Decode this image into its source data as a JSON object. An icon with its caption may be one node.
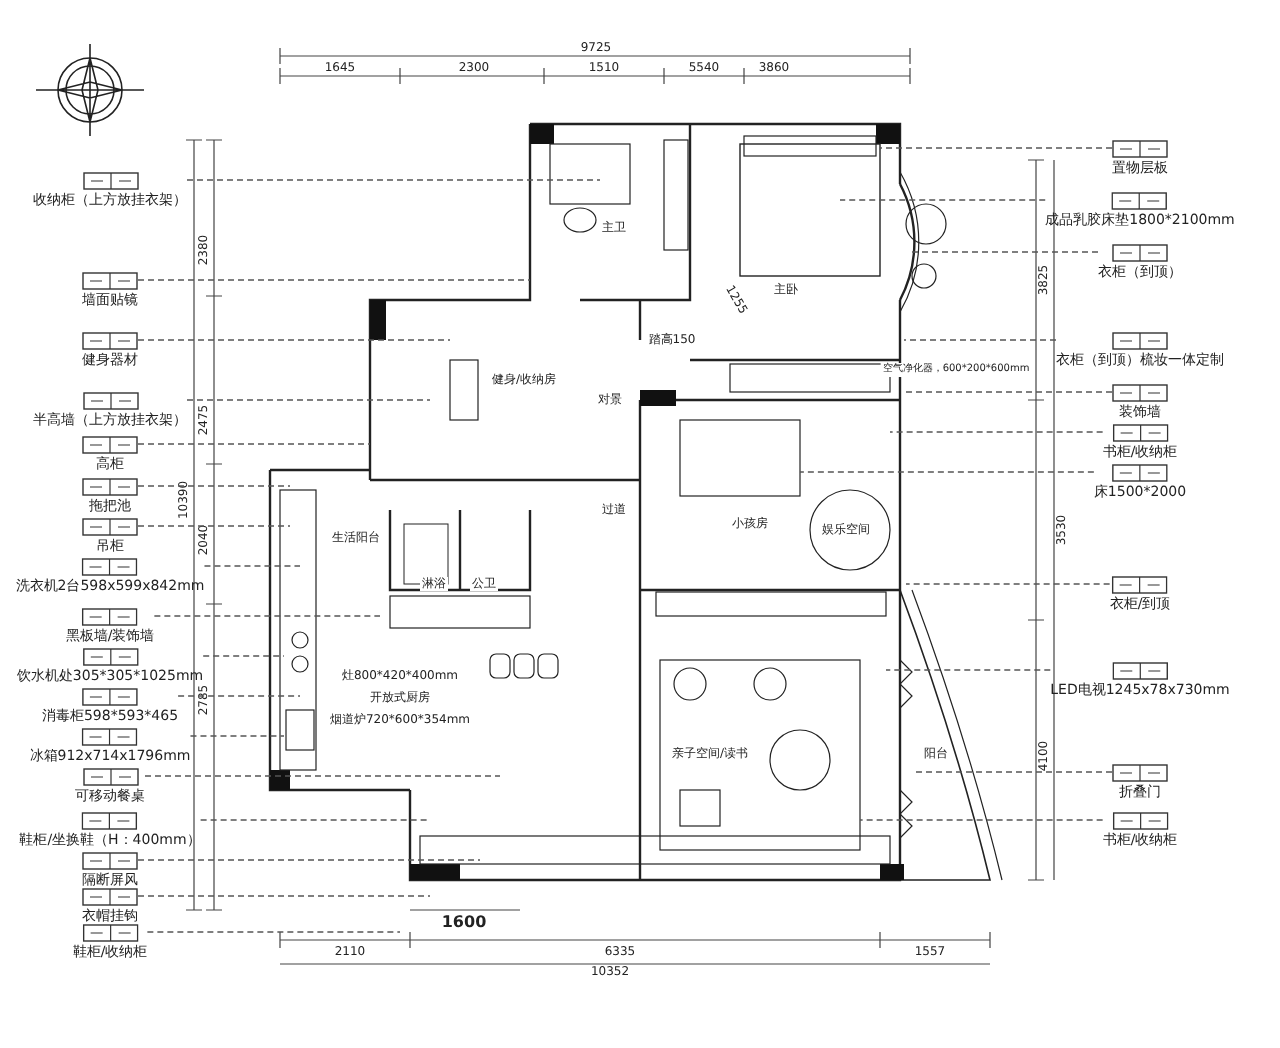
{
  "diagram": {
    "nodes": [
      {
        "text": [
          "收纳柜（上方放挂衣架）"
        ]
      },
      {
        "text": [
          "墙面贴镜"
        ]
      },
      {
        "text": [
          "健身器材"
        ]
      },
      {
        "text": [
          "半高墙（上方放挂衣架）"
        ]
      },
      {
        "text": [
          "高柜"
        ]
      },
      {
        "text": [
          "拖把池"
        ]
      },
      {
        "text": [
          "吊柜"
        ]
      },
      {
        "text": [
          "洗衣机2台598x599x842mm"
        ]
      },
      {
        "text": [
          "黑板墙/装饰墙"
        ]
      },
      {
        "text": [
          "饮水机处305*305*1025mm"
        ]
      },
      {
        "text": [
          "消毒柜598*593*465"
        ]
      },
      {
        "text": [
          "冰箱912x714x1796mm"
        ]
      },
      {
        "text": [
          "可移动餐桌"
        ]
      },
      {
        "text": [
          "鞋柜/坐换鞋（H：400mm）"
        ]
      },
      {
        "text": [
          "隔断屏风"
        ]
      },
      {
        "text": [
          "衣帽挂钩"
        ]
      },
      {
        "text": [
          "鞋柜/收纳柜"
        ]
      },
      {
        "text": [
          "置物层板"
        ]
      },
      {
        "text": [
          "成品乳胶床垫1800*2100mm"
        ]
      },
      {
        "text": [
          "衣柜（到顶）"
        ]
      },
      {
        "text": [
          "衣柜（到顶）梳妆一体定制"
        ]
      },
      {
        "text": [
          "装饰墙"
        ]
      },
      {
        "text": [
          "书柜/收纳柜"
        ]
      },
      {
        "text": [
          "床1500*2000"
        ]
      },
      {
        "text": [
          "衣柜/到顶"
        ]
      },
      {
        "text": [
          "LED电视1245x78x730mm"
        ]
      },
      {
        "text": [
          "折叠门"
        ]
      },
      {
        "text": [
          "书柜/收纳柜"
        ]
      }
    ],
    "edges": [
      {
        "from": 0,
        "to": null,
        "arrow": "none",
        "style": "dashed"
      },
      {
        "from": 1,
        "to": null,
        "arrow": "none",
        "style": "dashed"
      },
      {
        "from": 2,
        "to": null,
        "arrow": "none",
        "style": "dashed"
      },
      {
        "from": 3,
        "to": null,
        "arrow": "none",
        "style": "dashed"
      },
      {
        "from": 4,
        "to": null,
        "arrow": "none",
        "style": "dashed"
      },
      {
        "from": 5,
        "to": null,
        "arrow": "none",
        "style": "dashed"
      },
      {
        "from": 6,
        "to": null,
        "arrow": "none",
        "style": "dashed"
      },
      {
        "from": 7,
        "to": null,
        "arrow": "none",
        "style": "dashed"
      },
      {
        "from": 8,
        "to": null,
        "arrow": "none",
        "style": "dashed"
      },
      {
        "from": 9,
        "to": null,
        "arrow": "none",
        "style": "dashed"
      },
      {
        "from": 10,
        "to": null,
        "arrow": "none",
        "style": "dashed"
      },
      {
        "from": 11,
        "to": null,
        "arrow": "none",
        "style": "dashed"
      },
      {
        "from": 12,
        "to": null,
        "arrow": "none",
        "style": "dashed"
      },
      {
        "from": 13,
        "to": null,
        "arrow": "none",
        "style": "dashed"
      },
      {
        "from": 14,
        "to": null,
        "arrow": "none",
        "style": "dashed"
      },
      {
        "from": 15,
        "to": null,
        "arrow": "none",
        "style": "dashed"
      },
      {
        "from": 16,
        "to": null,
        "arrow": "none",
        "style": "dashed"
      },
      {
        "from": 17,
        "to": null,
        "arrow": "none",
        "style": "dashed"
      },
      {
        "from": 18,
        "to": null,
        "arrow": "none",
        "style": "dashed"
      },
      {
        "from": 19,
        "to": null,
        "arrow": "none",
        "style": "dashed"
      },
      {
        "from": 20,
        "to": null,
        "arrow": "none",
        "style": "dashed"
      },
      {
        "from": 21,
        "to": null,
        "arrow": "none",
        "style": "dashed"
      },
      {
        "from": 22,
        "to": null,
        "arrow": "none",
        "style": "dashed"
      },
      {
        "from": 23,
        "to": null,
        "arrow": "none",
        "style": "dashed"
      },
      {
        "from": 24,
        "to": null,
        "arrow": "none",
        "style": "dashed"
      },
      {
        "from": 25,
        "to": null,
        "arrow": "none",
        "style": "dashed"
      },
      {
        "from": 26,
        "to": null,
        "arrow": "none",
        "style": "dashed"
      },
      {
        "from": 27,
        "to": null,
        "arrow": "none",
        "style": "dashed"
      }
    ],
    "labels": [
      "9725",
      "1645",
      "2300",
      "1510",
      "5540",
      "3860",
      "2380",
      "2475",
      "10390",
      "2040",
      "2785",
      "3825",
      "3530",
      "4100",
      "主卫",
      "主卧",
      "踏高150",
      "1255",
      "健身/收纳房",
      "对景",
      "空气净化器，600*200*600mm",
      "过道",
      "小孩房",
      "娱乐空间",
      "生活阳台",
      "淋浴",
      "公卫",
      "灶800*420*400mm",
      "开放式厨房",
      "烟道炉720*600*354mm",
      "亲子空间/读书",
      "阳台",
      "1600",
      "2110",
      "6335",
      "1557",
      "10352"
    ]
  }
}
